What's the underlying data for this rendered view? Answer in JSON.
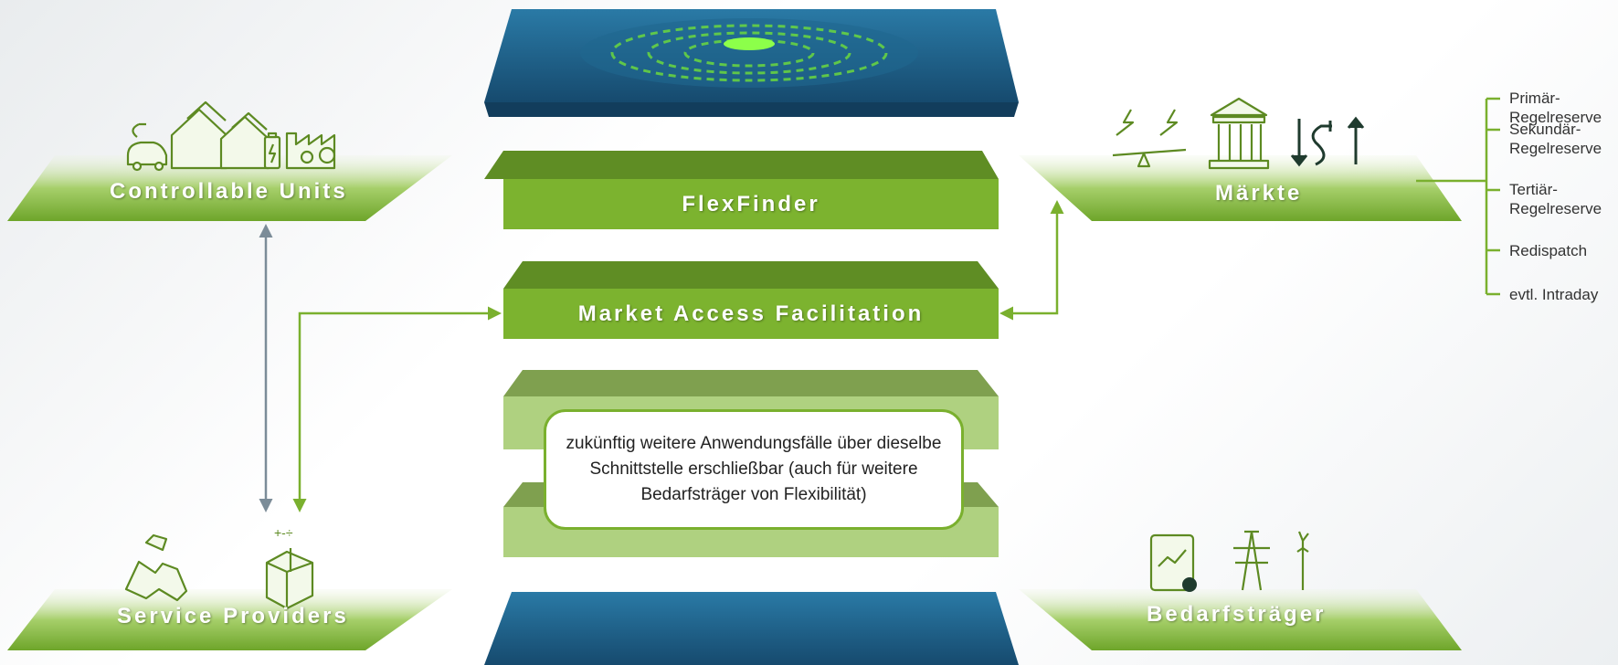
{
  "diagram": {
    "units": {
      "label": "Controllable Units",
      "icons": [
        "ev-charging-icon",
        "house-solar-icon",
        "house-solar-icon",
        "battery-icon",
        "factory-icon"
      ]
    },
    "markets": {
      "label": "Märkte",
      "icons": [
        "power-balance-icon",
        "exchange-building-icon",
        "grid-flow-icon"
      ],
      "items": [
        "Primär-\nRegelreserve",
        "Sekundär-\nRegelreserve",
        "Tertiär-\nRegelreserve",
        "Redispatch",
        "evtl. Intraday"
      ]
    },
    "service": {
      "label": "Service Providers",
      "icons": [
        "handshake-icon",
        "algorithm-box-icon"
      ]
    },
    "demand": {
      "label": "Bedarfsträger",
      "icons": [
        "report-icon",
        "power-pylon-icon",
        "wind-turbine-icon"
      ]
    },
    "layers": {
      "flexfinder": "FlexFinder",
      "maf": "Market Access Facilitation",
      "future": "zukünftig weitere Anwendungsfälle über dieselbe Schnittstelle erschließbar (auch für weitere Bedarfsträger von Flexibilität)"
    }
  },
  "colors": {
    "green": "#7ab02e",
    "dark_green": "#5d8a22",
    "light_green": "#a9cd72",
    "blue": "#1c5a82",
    "grey_arrow": "#7b8c98"
  }
}
